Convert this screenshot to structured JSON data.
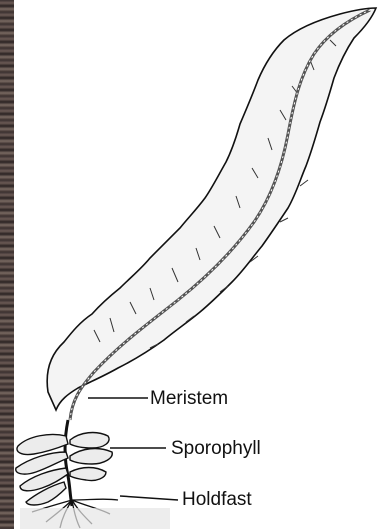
{
  "labels": {
    "meristem": "Meristem",
    "sporophyll": "Sporophyll",
    "holdfast": "Holdfast"
  },
  "colors": {
    "ink": "#111111",
    "blade_fill": "#f4f4f4",
    "midrib": "#555555"
  }
}
